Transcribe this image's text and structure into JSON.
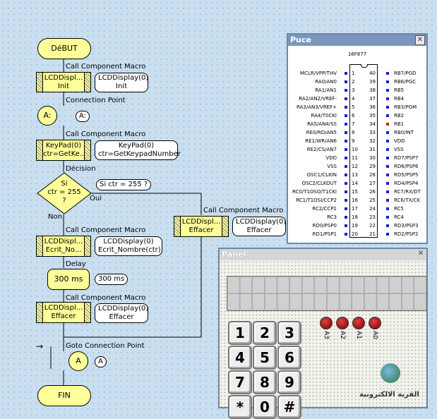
{
  "flow": {
    "start": "DéBUT",
    "end": "FIN",
    "caption_call_macro": "Call Component Macro",
    "caption_connection": "Connection Point",
    "caption_decision": "Décision",
    "caption_delay": "Delay",
    "caption_goto": "Goto Connection Point",
    "init": {
      "title": "LCDDispl...",
      "sub": "Init",
      "bubble1": "LCDDisplay(0)",
      "bubble2": "Init"
    },
    "conn_a": {
      "label": "A:",
      "bubble": "A:"
    },
    "keypad": {
      "title": "KeyPad(0)",
      "sub": "ctr=GetKe...",
      "bubble1": "KeyPad(0)",
      "bubble2": "ctr=GetKeypadNumber"
    },
    "decision": {
      "line1": "Si",
      "line2": "ctr = 255",
      "line3": "?",
      "bubble": "Si ctr = 255 ?",
      "yes": "Oui",
      "no": "Non"
    },
    "ecrit": {
      "title": "LCDDispl...",
      "sub": "Ecrit_No...",
      "bubble1": "LCDDisplay(0)",
      "bubble2": "Ecrit_Nombre(ctr)"
    },
    "effacer_right": {
      "title": "LCDDispl...",
      "sub": "Effacer",
      "bubble1": "LCDDisplay(0)",
      "bubble2": "Effacer"
    },
    "delay": {
      "label": "300 ms",
      "bubble": "300 ms"
    },
    "effacer": {
      "title": "LCDDispl...",
      "sub": "Effacer",
      "bubble1": "LCDDisplay(0)",
      "bubble2": "Effacer"
    },
    "goto": {
      "label": "A",
      "bubble": "A",
      "arrow": "→"
    }
  },
  "puce": {
    "title": "Puce",
    "chip_name": "16F877",
    "left_pins": [
      {
        "n": "1",
        "name": "MCLR/VPP/THV"
      },
      {
        "n": "2",
        "name": "RA0/AN0"
      },
      {
        "n": "3",
        "name": "RA1/AN1"
      },
      {
        "n": "4",
        "name": "RA2/AN2/VREF-"
      },
      {
        "n": "5",
        "name": "RA3/AN3/VREF+"
      },
      {
        "n": "6",
        "name": "RA4/T0CKI"
      },
      {
        "n": "7",
        "name": "RA5/AN4/SS"
      },
      {
        "n": "8",
        "name": "RE0/RD/AN5"
      },
      {
        "n": "9",
        "name": "RE1/WR/AN6"
      },
      {
        "n": "10",
        "name": "RE2/CS/AN7"
      },
      {
        "n": "11",
        "name": "VDD"
      },
      {
        "n": "12",
        "name": "VSS"
      },
      {
        "n": "13",
        "name": "OSC1/CLKIN"
      },
      {
        "n": "14",
        "name": "OSC2/CLKOUT"
      },
      {
        "n": "15",
        "name": "RC0/T1OSO/T1CKI"
      },
      {
        "n": "16",
        "name": "RC1/T1OSI/CCP2"
      },
      {
        "n": "17",
        "name": "RC2/CCP1"
      },
      {
        "n": "18",
        "name": "RC3"
      },
      {
        "n": "19",
        "name": "RD0/PSP0"
      },
      {
        "n": "20",
        "name": "RD1/PSP1"
      }
    ],
    "right_pins": [
      {
        "n": "40",
        "name": "RB7/PGD"
      },
      {
        "n": "39",
        "name": "RB6/PGC"
      },
      {
        "n": "38",
        "name": "RB5"
      },
      {
        "n": "37",
        "name": "RB4"
      },
      {
        "n": "36",
        "name": "RB3/PGM"
      },
      {
        "n": "35",
        "name": "RB2"
      },
      {
        "n": "34",
        "name": "RB1"
      },
      {
        "n": "33",
        "name": "RB0/INT"
      },
      {
        "n": "32",
        "name": "VDD"
      },
      {
        "n": "31",
        "name": "VSS"
      },
      {
        "n": "30",
        "name": "RD7/PSP7"
      },
      {
        "n": "29",
        "name": "RD6/PSP6"
      },
      {
        "n": "28",
        "name": "RD5/PSP5"
      },
      {
        "n": "27",
        "name": "RD4/PSP4"
      },
      {
        "n": "26",
        "name": "RC7/RX/DT"
      },
      {
        "n": "25",
        "name": "RC6/TX/CK"
      },
      {
        "n": "24",
        "name": "RC5"
      },
      {
        "n": "23",
        "name": "RC4"
      },
      {
        "n": "22",
        "name": "RD3/PSP3"
      },
      {
        "n": "21",
        "name": "RD2/PSP2"
      }
    ]
  },
  "panel": {
    "title": "Panel",
    "keys": [
      "1",
      "2",
      "3",
      "4",
      "5",
      "6",
      "7",
      "8",
      "9",
      "*",
      "0",
      "#"
    ],
    "leds": [
      "A3",
      "A2",
      "A1",
      "A0"
    ],
    "logo_text": "القرية الالكترونية"
  },
  "colors": {
    "flow_fill": "#ffff99",
    "pin_marker": "#1a22c8",
    "pin_active": "#c82020",
    "window_title": "#7b97bd"
  }
}
